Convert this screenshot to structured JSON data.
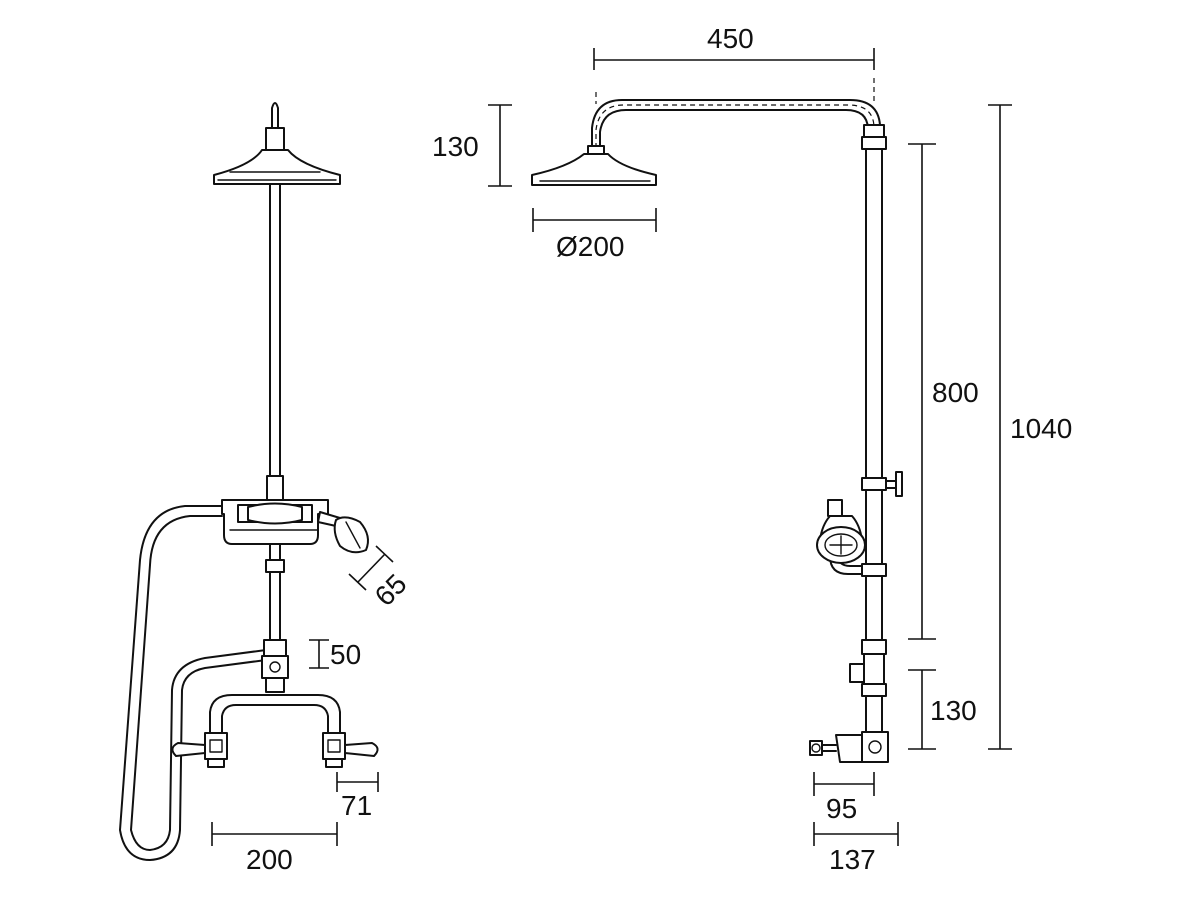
{
  "dimensions": {
    "arm_length": "450",
    "head_height": "130",
    "head_diameter": "Ø200",
    "hand_shower": "65",
    "outlet_drop": "50",
    "tap_offset": "71",
    "tap_centres": "200",
    "rail_height": "800",
    "total_height": "1040",
    "valve_height": "130",
    "wall_depth": "95",
    "total_depth": "137"
  },
  "colors": {
    "line": "#111111",
    "background": "#ffffff"
  }
}
